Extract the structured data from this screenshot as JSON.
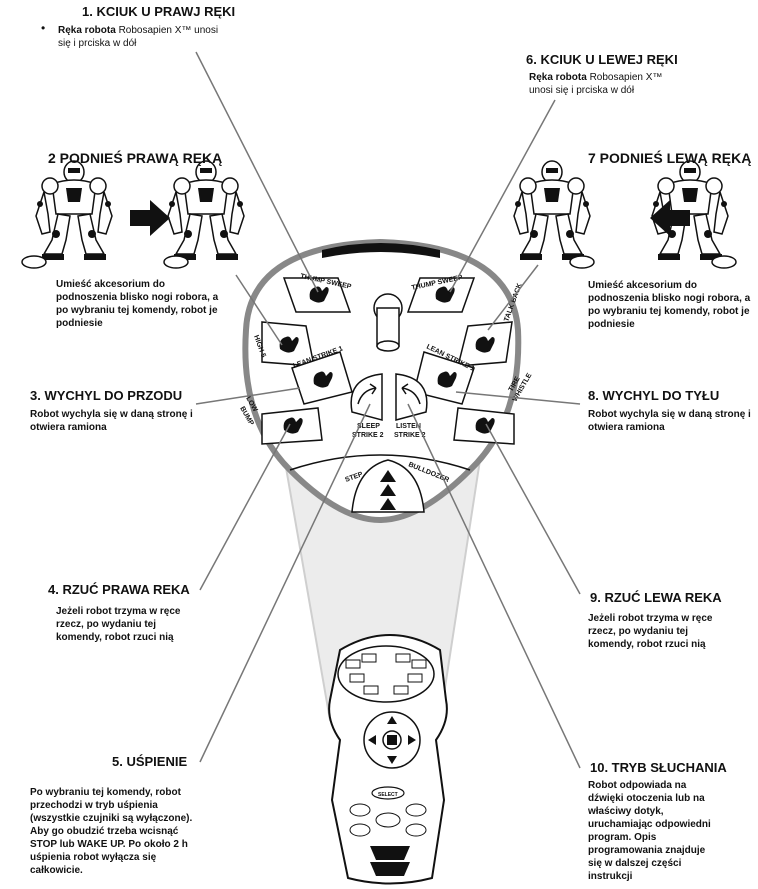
{
  "commands": [
    {
      "id": "c1",
      "title": "1. KCIUK U PRAWJ RĘKI",
      "desc_bold": "Ręka robota",
      "desc_rest": " Robosapien X™ unosi się i prciska w dół"
    },
    {
      "id": "c2",
      "title": "2 PODNIEŚ PRAWĄ RĘKĄ",
      "desc": "Umieść akcesorium do podnoszenia blisko nogi robora, a po wybraniu tej komendy, robot je podniesie"
    },
    {
      "id": "c3",
      "title": "3. WYCHYL DO PRZODU",
      "desc": "Robot wychyla się w daną stronę i otwiera ramiona"
    },
    {
      "id": "c4",
      "title": "4. RZUĆ PRAWA REKA",
      "desc": "Jeżeli robot trzyma w ręce rzecz, po wydaniu tej komendy, robot rzuci nią"
    },
    {
      "id": "c5",
      "title": "5. UŚPIENIE",
      "desc": "Po wybraniu tej komendy, robot przechodzi w tryb uśpienia (wszystkie czujniki są wyłączone). Aby go obudzić trzeba wcisnąć STOP lub WAKE UP.  Po około 2 h uśpienia robot wyłącza się całkowicie."
    },
    {
      "id": "c6",
      "title": "6. KCIUK U LEWEJ RĘKI",
      "desc_bold": "Ręka robota",
      "desc_rest": " Robosapien X™ unosi się i prciska w dół"
    },
    {
      "id": "c7",
      "title": "7  PODNIEŚ LEWĄ RĘKĄ",
      "desc": "Umieść akcesorium do podnoszenia blisko nogi robora, a po wybraniu tej komendy, robot je podniesie"
    },
    {
      "id": "c8",
      "title": "8. WYCHYL DO TYŁU",
      "desc": "Robot wychyla się w daną stronę i otwiera ramiona"
    },
    {
      "id": "c9",
      "title": "9. RZUĆ LEWA REKA",
      "desc": "Jeżeli robot trzyma w ręce rzecz, po wydaniu tej komendy, robot rzuci nią"
    },
    {
      "id": "c10",
      "title": "10. TRYB SŁUCHANIA",
      "desc": "Robot odpowiada na dźwięki otoczenia lub na właściwy dotyk, uruchamiając odpowiedni program. Opis programowania znajduje się w dalszej części instrukcji"
    }
  ],
  "remote_labels": {
    "thump_sweep_left": "THUMP   SWEEP",
    "thump_sweep_right": "THUMP  SWEEP",
    "high5": "HIGH 5",
    "talk_back": "TALK BACK",
    "lean_strike_left": "LEAN   STRIKE 1",
    "lean_strike_right": "LEAN   STRIKE 1",
    "sleep": "SLEEP",
    "strike2_left": "STRIKE 2",
    "listen": "LISTEN",
    "strike2_right": "STRIKE 2",
    "low": "LOW",
    "bump": "BUMP",
    "tire": "TIRE",
    "whistle": "WHISTLE",
    "step": "STEP",
    "bulldozer": "BULLDOZER",
    "select": "SELECT"
  },
  "bullet": "•"
}
